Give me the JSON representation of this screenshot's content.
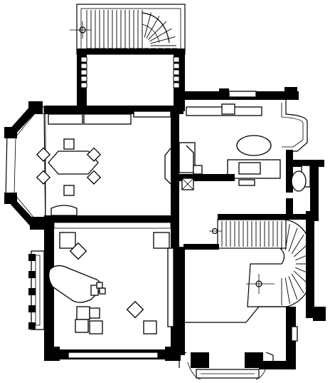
{
  "plan": {
    "type": "floor-plan",
    "labels": [],
    "colors": {
      "ink": "#000000",
      "paper": "#ffffff"
    },
    "rooms": [
      {
        "id": "north-stair-tower",
        "fixtures": [
          "straight-and-winding-stair",
          "compass-marker"
        ]
      },
      {
        "id": "octagonal-dining-room",
        "fixtures": [
          "dining-table",
          "chairs-6",
          "bay-window",
          "fireplace"
        ]
      },
      {
        "id": "kitchen",
        "fixtures": [
          "counter",
          "oval-table",
          "window-bay",
          "sink-counter"
        ]
      },
      {
        "id": "wc",
        "fixtures": [
          "toilet"
        ]
      },
      {
        "id": "music-salon",
        "fixtures": [
          "grand-piano",
          "armchairs",
          "side-tables",
          "sofa",
          "fireplace"
        ]
      },
      {
        "id": "main-staircase",
        "fixtures": [
          "straight-flight",
          "spiral-turn",
          "compass-marker"
        ]
      },
      {
        "id": "entrance-hall",
        "fixtures": [
          "entrance-steps",
          "columns"
        ]
      }
    ]
  }
}
